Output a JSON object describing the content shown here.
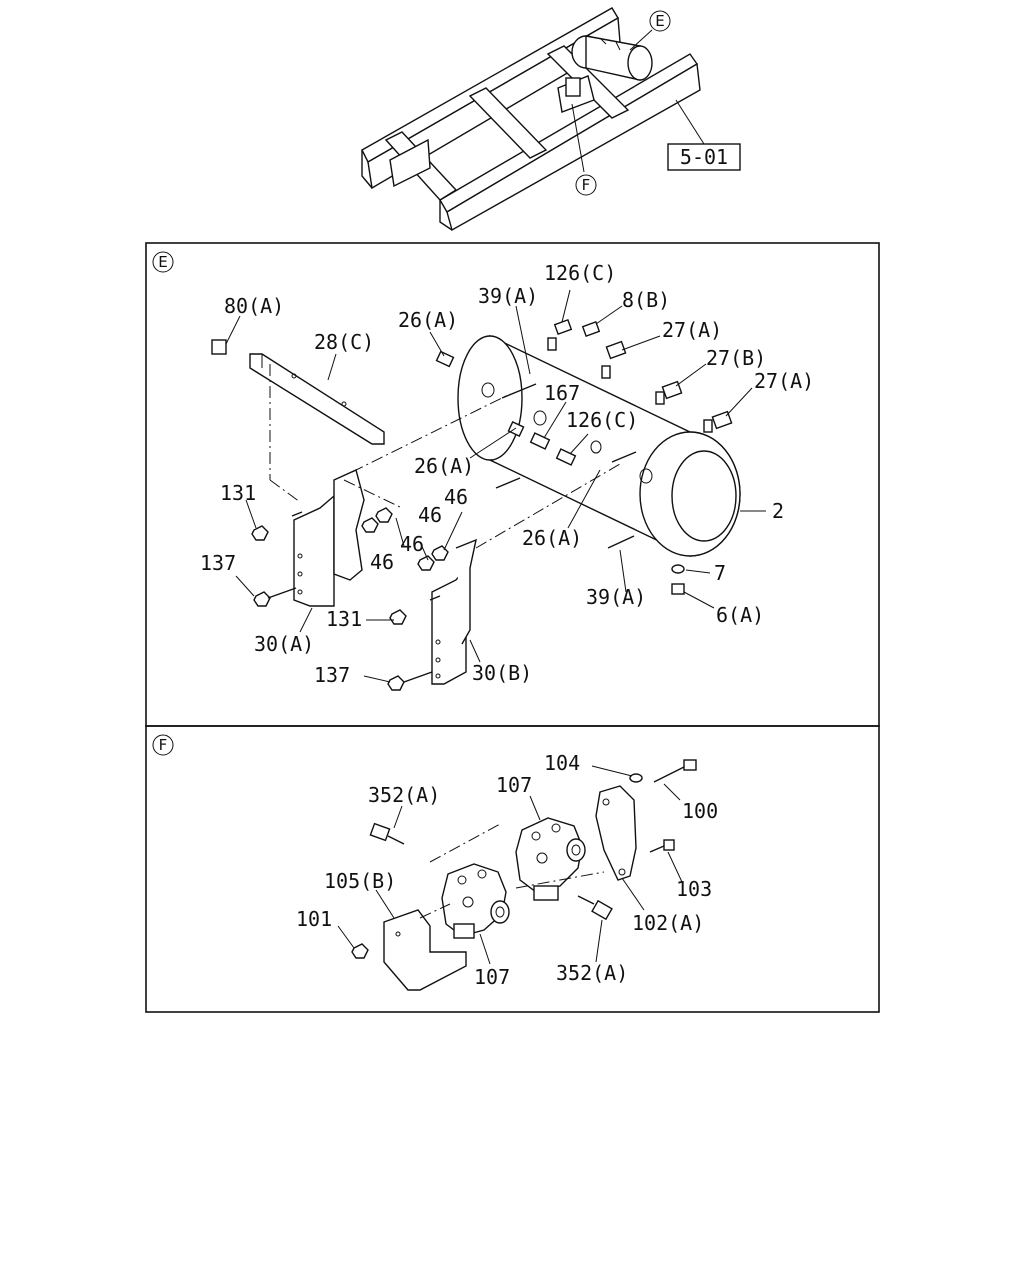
{
  "overview": {
    "ref_label": "5-01",
    "callout_e": "E",
    "callout_f": "F"
  },
  "panel_e": {
    "section_letter": "E",
    "labels": {
      "p80a": "80(A)",
      "p28c": "28(C)",
      "p26a_1": "26(A)",
      "p39a_1": "39(A)",
      "p126c_1": "126(C)",
      "p8b": "8(B)",
      "p27a_1": "27(A)",
      "p27b": "27(B)",
      "p27a_2": "27(A)",
      "p167": "167",
      "p126c_2": "126(C)",
      "p26a_2": "26(A)",
      "p131_1": "131",
      "p46_1": "46",
      "p46_2": "46",
      "p46_3": "46",
      "p46_4": "46",
      "p2": "2",
      "p26a_3": "26(A)",
      "p137_1": "137",
      "p7": "7",
      "p39a_2": "39(A)",
      "p6a": "6(A)",
      "p131_2": "131",
      "p30a": "30(A)",
      "p30b": "30(B)",
      "p137_2": "137"
    }
  },
  "panel_f": {
    "section_letter": "F",
    "labels": {
      "p104": "104",
      "p352a_1": "352(A)",
      "p107_1": "107",
      "p100": "100",
      "p103": "103",
      "p105b": "105(B)",
      "p101": "101",
      "p102a": "102(A)",
      "p107_2": "107",
      "p352a_2": "352(A)"
    }
  }
}
